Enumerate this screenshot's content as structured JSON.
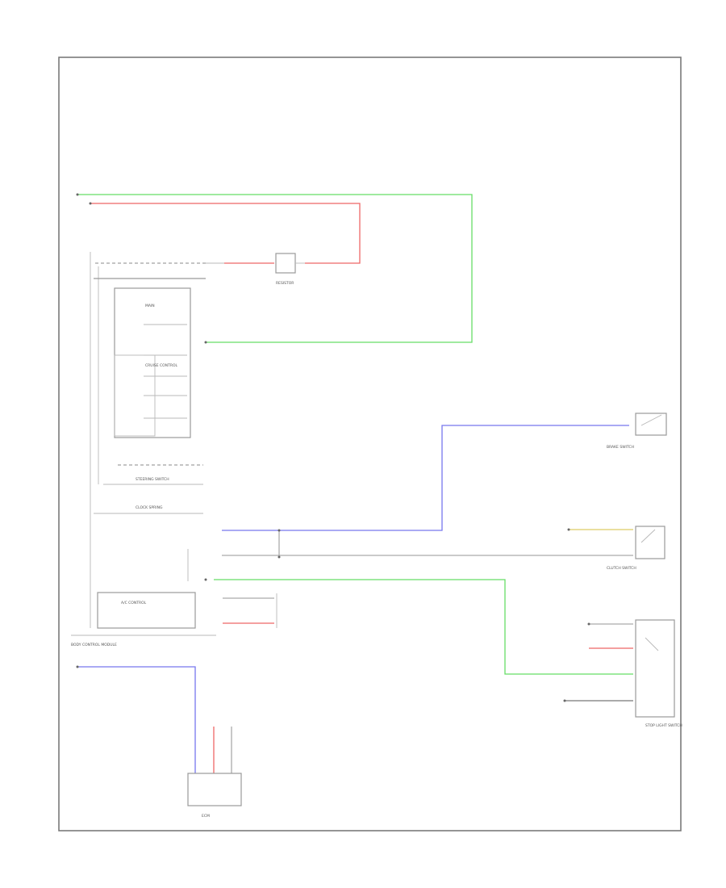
{
  "colors": {
    "green": "#66dd66",
    "red": "#ee6666",
    "blue": "#7777ee",
    "yellow": "#ddcc66",
    "gray": "#aaaaaa",
    "dark_gray": "#777777",
    "frame": "#7a7a7a"
  },
  "labels": {
    "module": "BODY CONTROL MODULE",
    "resistor": "RESISTOR",
    "steering_switch": "STEERING SWITCH",
    "clock_spring": "CLOCK SPRING",
    "cruise_switch": "CRUISE CONTROL",
    "main_switch": "MAIN",
    "brake_switch": "BRAKE SWITCH",
    "clutch_switch": "CLUTCH SWITCH",
    "hvac": "A/C CONTROL",
    "stoplight": "STOP LIGHT SWITCH",
    "ecm": "ECM"
  }
}
